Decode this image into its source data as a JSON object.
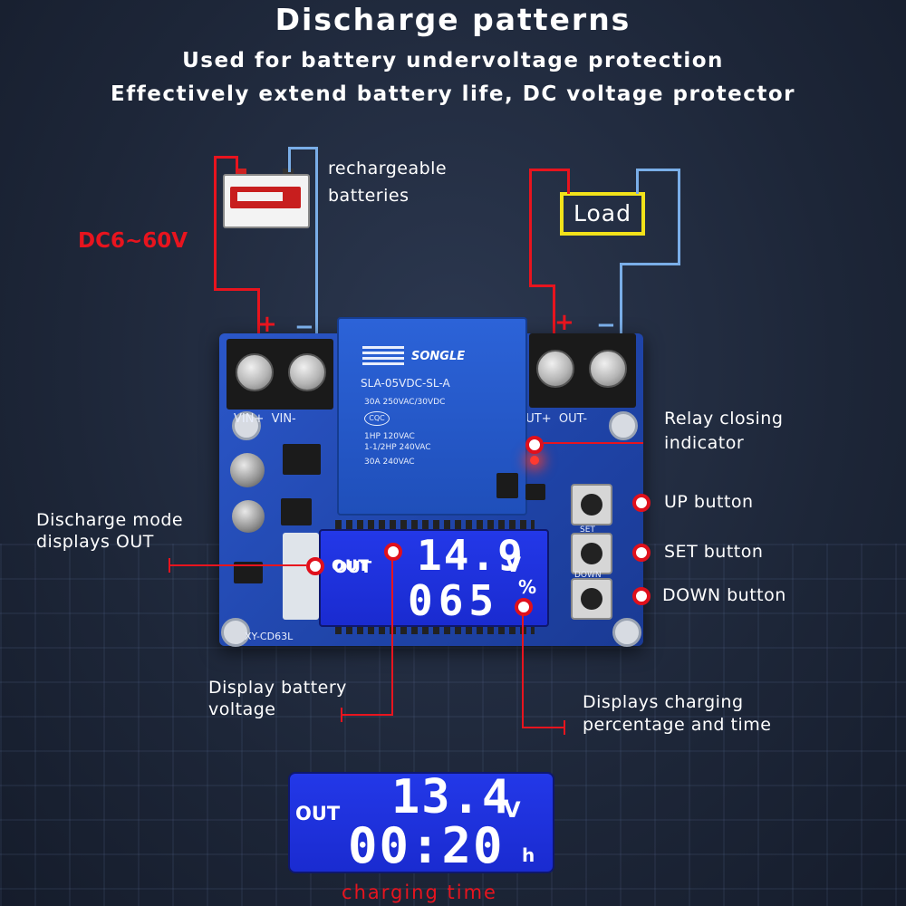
{
  "header": {
    "title": "Discharge patterns",
    "subtitle_1": "Used for battery undervoltage protection",
    "subtitle_2": "Effectively extend battery life, DC voltage protector"
  },
  "wiring": {
    "voltage_label": "DC6~60V",
    "battery_label_1": "rechargeable",
    "battery_label_2": "batteries",
    "load_label": "Load",
    "plus_sign": "+",
    "minus_sign": "−"
  },
  "board": {
    "vin_label": "VIN+  VIN-",
    "out_label": "OUT+  OUT-",
    "model": "XY-CD63L",
    "relay_brand": "SONGLE",
    "relay_model": "SLA-05VDC-SL-A",
    "relay_spec_1": "30A  250VAC/30VDC",
    "relay_spec_2": "1HP 120VAC",
    "relay_spec_3": "1-1/2HP 240VAC",
    "relay_spec_4": "30A  240VAC",
    "relay_cert": "CQC",
    "set_silk": "SET",
    "down_silk": "DOWN"
  },
  "lcd_main": {
    "mode": "OUT",
    "voltage": "14.9",
    "voltage_unit": "V",
    "percent": "065",
    "percent_unit": "%"
  },
  "annotations": {
    "relay_indicator_1": "Relay closing",
    "relay_indicator_2": "indicator",
    "up_button": "UP button",
    "set_button": "SET button",
    "down_button": "DOWN button",
    "discharge_mode_1": "Discharge mode",
    "discharge_mode_2": "displays OUT",
    "battery_voltage_1": "Display battery",
    "battery_voltage_2": "voltage",
    "charging_pct_1": "Displays charging",
    "charging_pct_2": "percentage and time"
  },
  "lcd_time": {
    "mode": "OUT",
    "voltage": "13.4",
    "voltage_unit": "V",
    "time": "00:20",
    "time_unit": "h",
    "caption": "charging time"
  },
  "colors": {
    "wire_red": "#e8141e",
    "wire_blue": "#7aaee8",
    "load_border": "#f2e21a",
    "lcd_blue": "#1f33e0"
  }
}
